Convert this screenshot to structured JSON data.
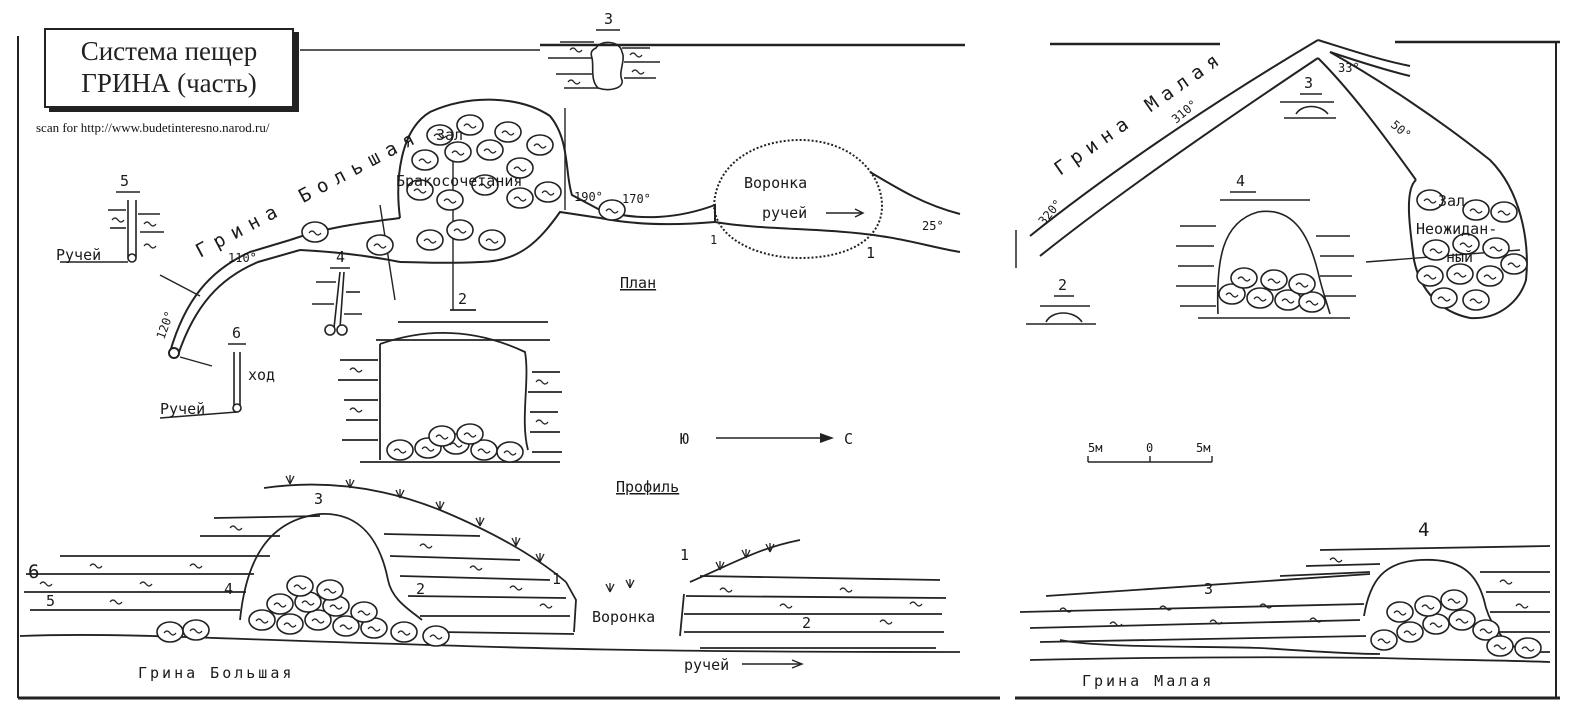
{
  "title": {
    "line1": "Система пещер",
    "line2": "ГРИНА (часть)"
  },
  "scan_credit": "scan for http://www.budetinteresno.narod.ru/",
  "big_cave": {
    "name_plan": "Грина Большая",
    "name_profile": "Грина Большая",
    "hall_label": "Зал Бракосочетания",
    "hall_label_1": "Зал",
    "hall_label_2": "Бракосочетания",
    "sinkhole_label": "Воронка",
    "stream_label": "Ручей",
    "stream_label_lower": "ручей",
    "passage_label": "ход",
    "plan_label": "План",
    "profile_label": "Профиль",
    "direction_from": "Ю",
    "direction_to": "С",
    "bearings": [
      "120°",
      "110°",
      "190°",
      "170°",
      "25°"
    ],
    "section_numbers": [
      "1",
      "1",
      "2",
      "3",
      "4",
      "5",
      "6",
      "1",
      "2",
      "3",
      "4",
      "5",
      "6",
      "1",
      "2"
    ],
    "profile_sinkhole": "Воронка"
  },
  "small_cave": {
    "name_plan": "Грина Малая",
    "name_profile": "Грина Малая",
    "hall_label_1": "Зал",
    "hall_label_2": "Неожидан-",
    "hall_label_3": "ный",
    "bearings": [
      "320°",
      "310°",
      "33°",
      "50°"
    ],
    "section_numbers": [
      "2",
      "3",
      "4",
      "3",
      "4"
    ],
    "scale": {
      "left": "5м",
      "mid": "0",
      "right": "5м"
    }
  },
  "icons": [
    "wave-mark",
    "boulder",
    "grass-tuft",
    "north-arrow"
  ]
}
